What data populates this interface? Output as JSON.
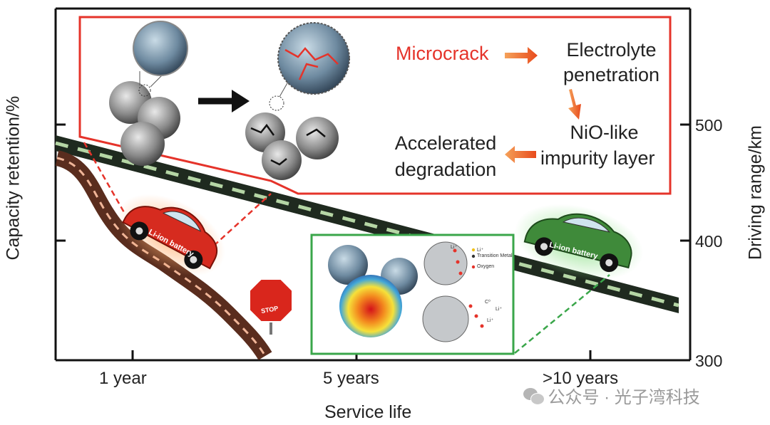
{
  "axes": {
    "y_left_title": "Capacity retention/%",
    "y_right_title": "Driving range/km",
    "x_title": "Service life",
    "x_ticks": [
      "1 year",
      "5 years",
      ">10 years"
    ],
    "y_right_ticks": [
      "500",
      "400",
      "300"
    ]
  },
  "mechanism": {
    "microcrack": "Microcrack",
    "electrolyte_line1": "Electrolyte",
    "electrolyte_line2": "penetration",
    "nio_line1": "NiO-like",
    "nio_line2": "impurity layer",
    "accel_line1": "Accelerated",
    "accel_line2": "degradation"
  },
  "cars": {
    "red_label": "Li-ion battery",
    "green_label": "Li-ion battery"
  },
  "stop_sign": "STOP",
  "inset_legend": [
    "Li⁺",
    "Transition Metal",
    "Oxygen"
  ],
  "inset_labels": [
    "Li⁺",
    "C⁰",
    "Li⁺",
    "Li⁺"
  ],
  "watermark": "公众号 · 光子湾科技",
  "colors": {
    "red_frame": "#e5332a",
    "green_frame": "#3aa64a",
    "road_dark": "#1f2a1f",
    "road_lane": "#b5d6a5",
    "dirt_road": "#5a2d1e",
    "red_car": "#d62b1f",
    "green_car": "#3f8a3a",
    "arrow_orange": "#f06a2a"
  }
}
